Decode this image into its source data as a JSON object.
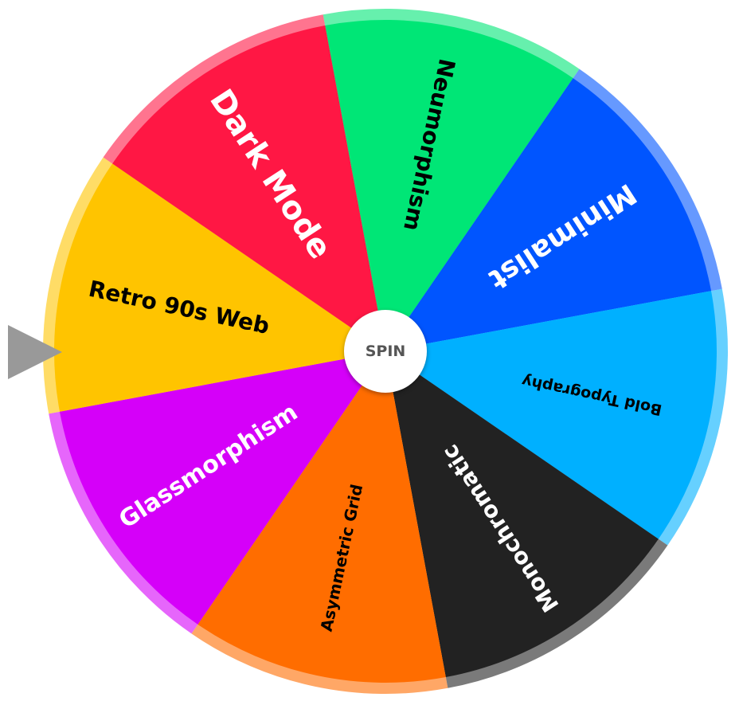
{
  "wheel": {
    "start_angle_deg": -10.5,
    "segments": [
      {
        "label": "Neumorphism",
        "color": "#00e676",
        "text_color": "#000000",
        "font_size": 28
      },
      {
        "label": "Minimalist",
        "color": "#0055ff",
        "text_color": "#ffffff",
        "font_size": 36
      },
      {
        "label": "Bold Typography",
        "color": "#00b0ff",
        "text_color": "#000000",
        "font_size": 19
      },
      {
        "label": "Monochromatic",
        "color": "#222222",
        "text_color": "#ffffff",
        "font_size": 28
      },
      {
        "label": "Asymmetric Grid",
        "color": "#ff6d00",
        "text_color": "#000000",
        "font_size": 20
      },
      {
        "label": "Glassmorphism",
        "color": "#d500f9",
        "text_color": "#ffffff",
        "font_size": 30
      },
      {
        "label": "Retro 90s Web",
        "color": "#ffc400",
        "text_color": "#000000",
        "font_size": 28
      },
      {
        "label": "Dark Mode",
        "color": "#ff1744",
        "text_color": "#ffffff",
        "font_size": 40
      }
    ]
  },
  "spin_button": {
    "label": "SPIN"
  },
  "pointer": {
    "color": "#999999"
  }
}
